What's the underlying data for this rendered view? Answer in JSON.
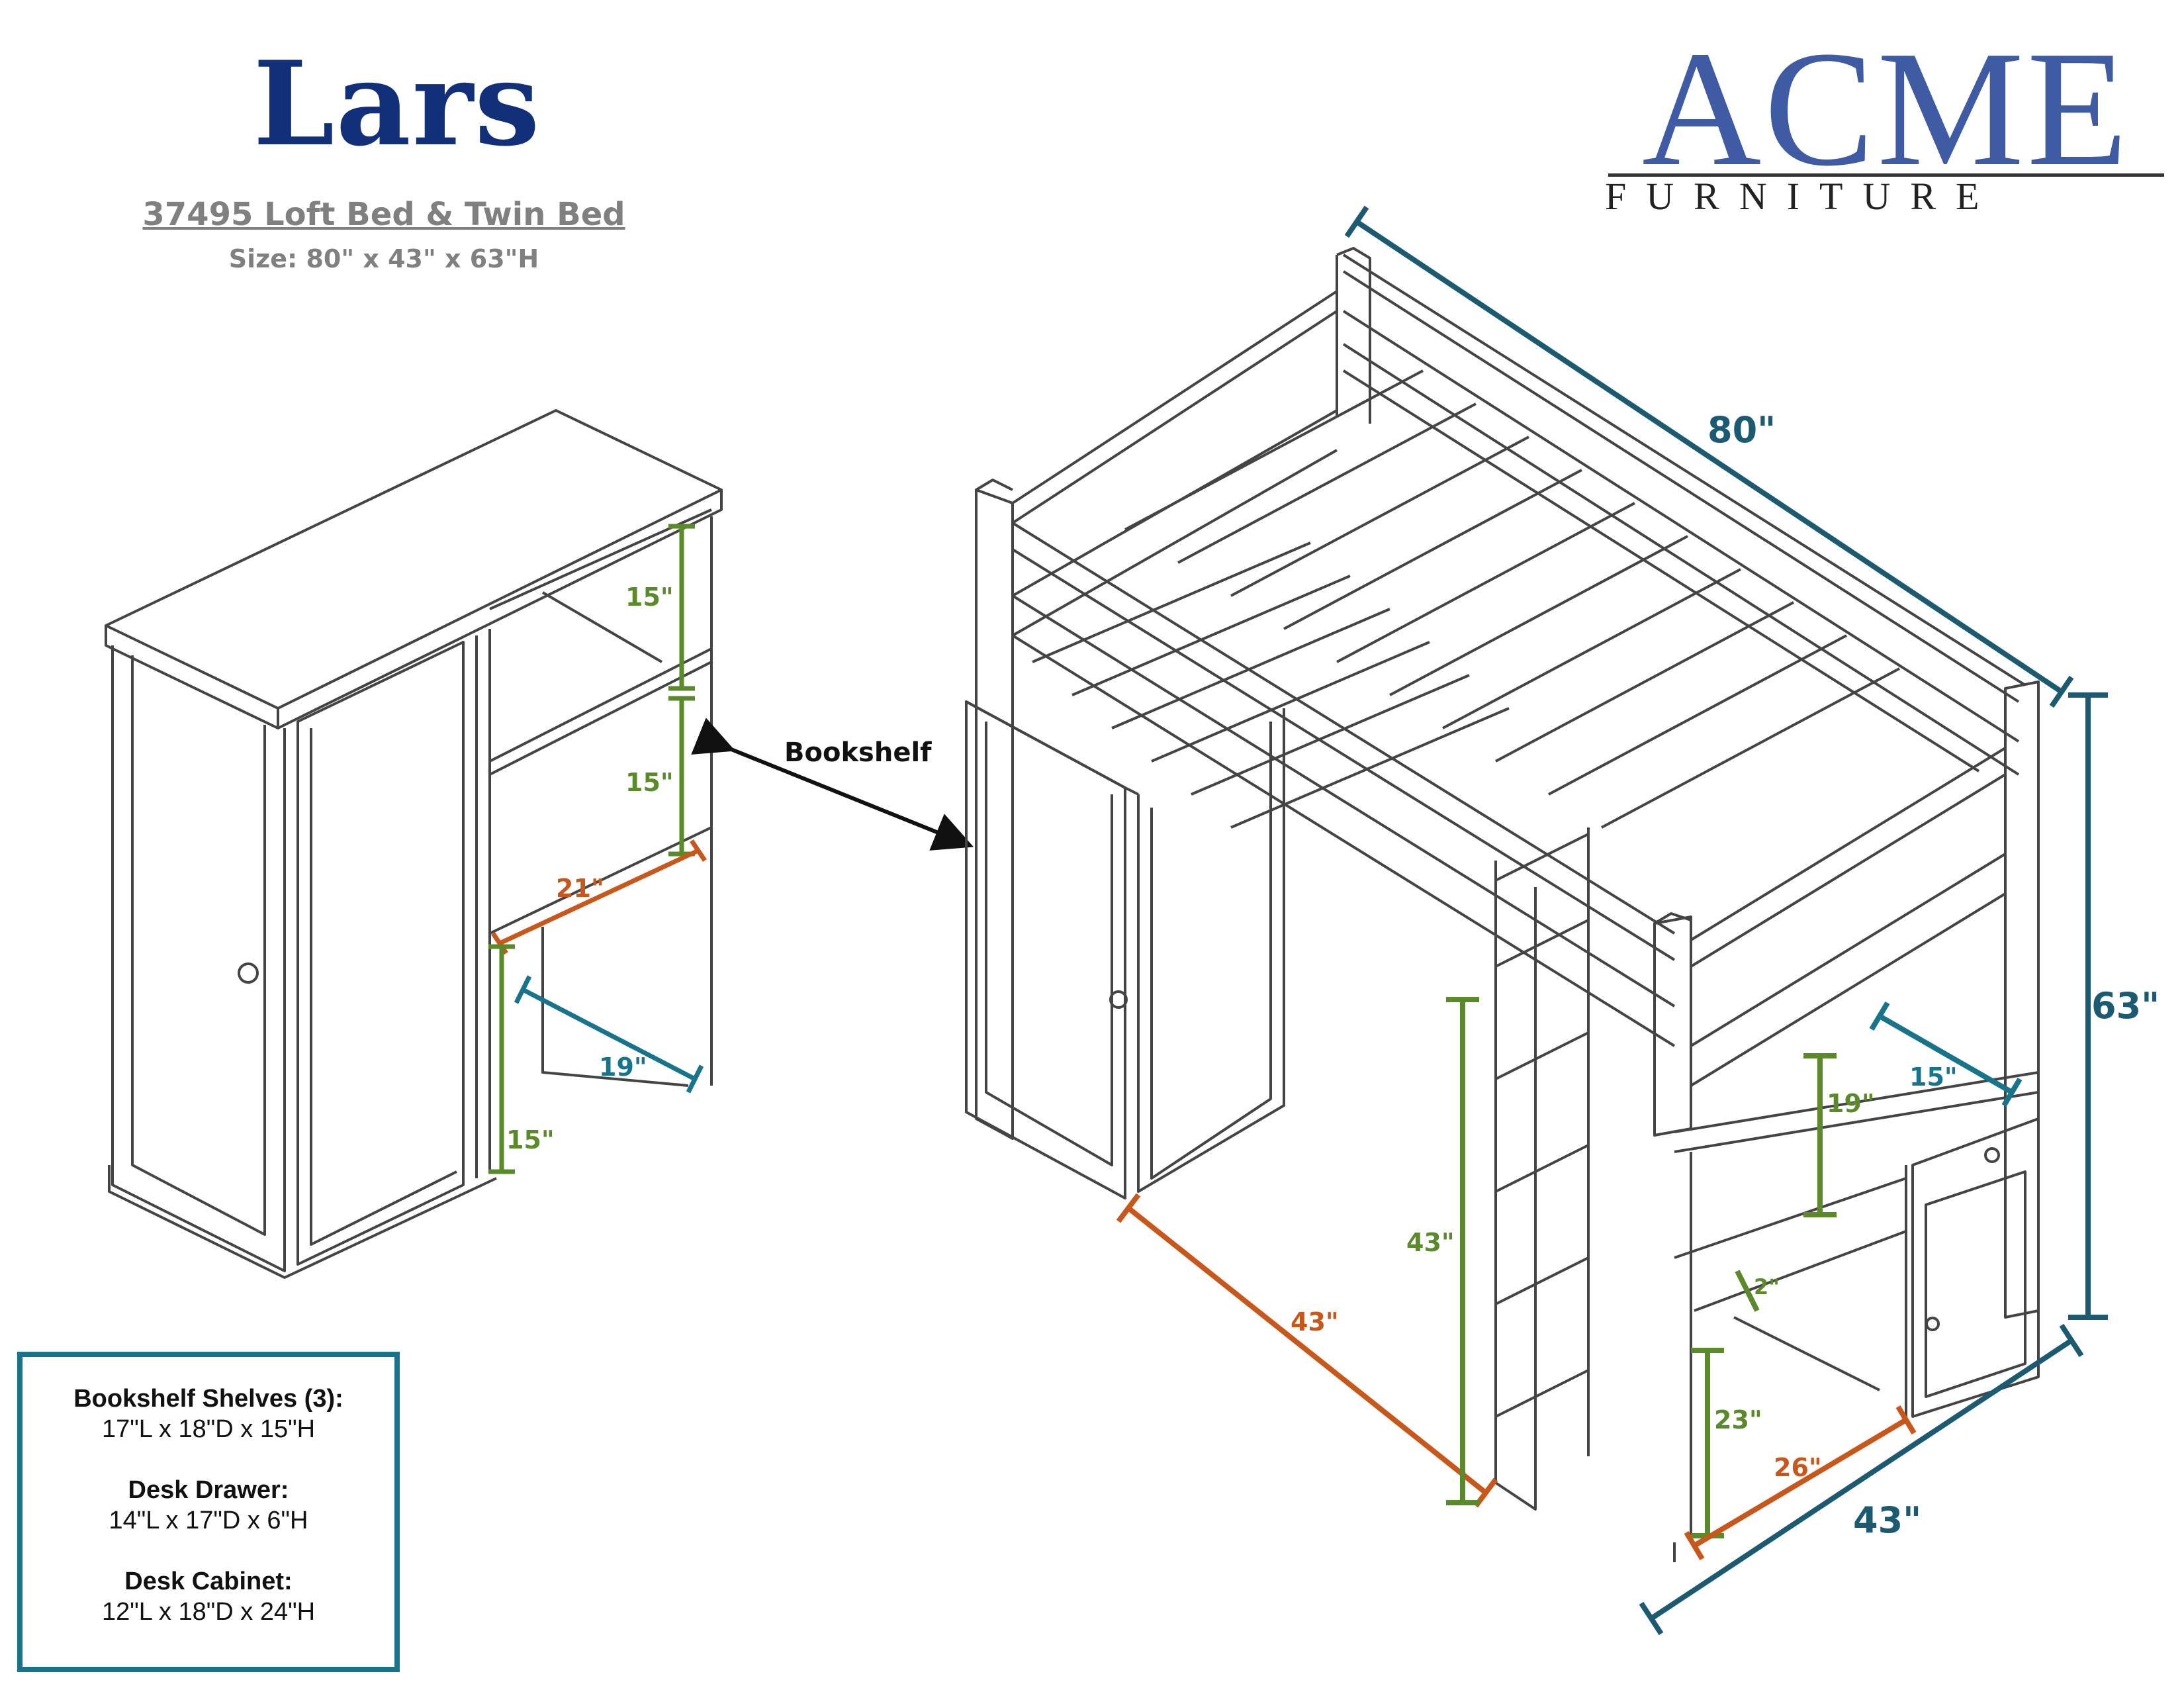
{
  "header": {
    "title": "Lars",
    "model": "37495 Loft Bed & Twin Bed",
    "size": "Size: 80\" x 43\" x 63\"H"
  },
  "logo": {
    "brand": "ACME",
    "tagline": "FURNITURE"
  },
  "callout": {
    "label": "Bookshelf"
  },
  "dimensions": {
    "bookshelf_shelf_1": "15\"",
    "bookshelf_shelf_2": "15\"",
    "bookshelf_width": "21\"",
    "bookshelf_depth": "19\"",
    "bookshelf_shelf_3": "15\"",
    "bed_length": "80\"",
    "bed_height": "63\"",
    "bed_width": "43\"",
    "under_bed_clearance": "43\"",
    "under_bed_length": "43\"",
    "desk_hutch_height": "19\"",
    "desk_hutch_depth": "15\"",
    "desk_top": "2\"",
    "desk_knee_height": "23\"",
    "desk_knee_width": "26\""
  },
  "info": {
    "items": [
      {
        "heading": "Bookshelf Shelves (3):",
        "value": "17\"L x 18\"D x 15\"H"
      },
      {
        "heading": "Desk Drawer:",
        "value": "14\"L x 17\"D x 6\"H"
      },
      {
        "heading": "Desk Cabinet:",
        "value": "12\"L x 18\"D x 24\"H"
      }
    ]
  },
  "colors": {
    "title": "#12307a",
    "brand": "#3f5ba4",
    "teal": "#17748a",
    "dim_teal": "#1c5a72",
    "green": "#5a8a2a",
    "orange": "#c8571b",
    "gray_text": "#808080",
    "outline": "#333333"
  }
}
